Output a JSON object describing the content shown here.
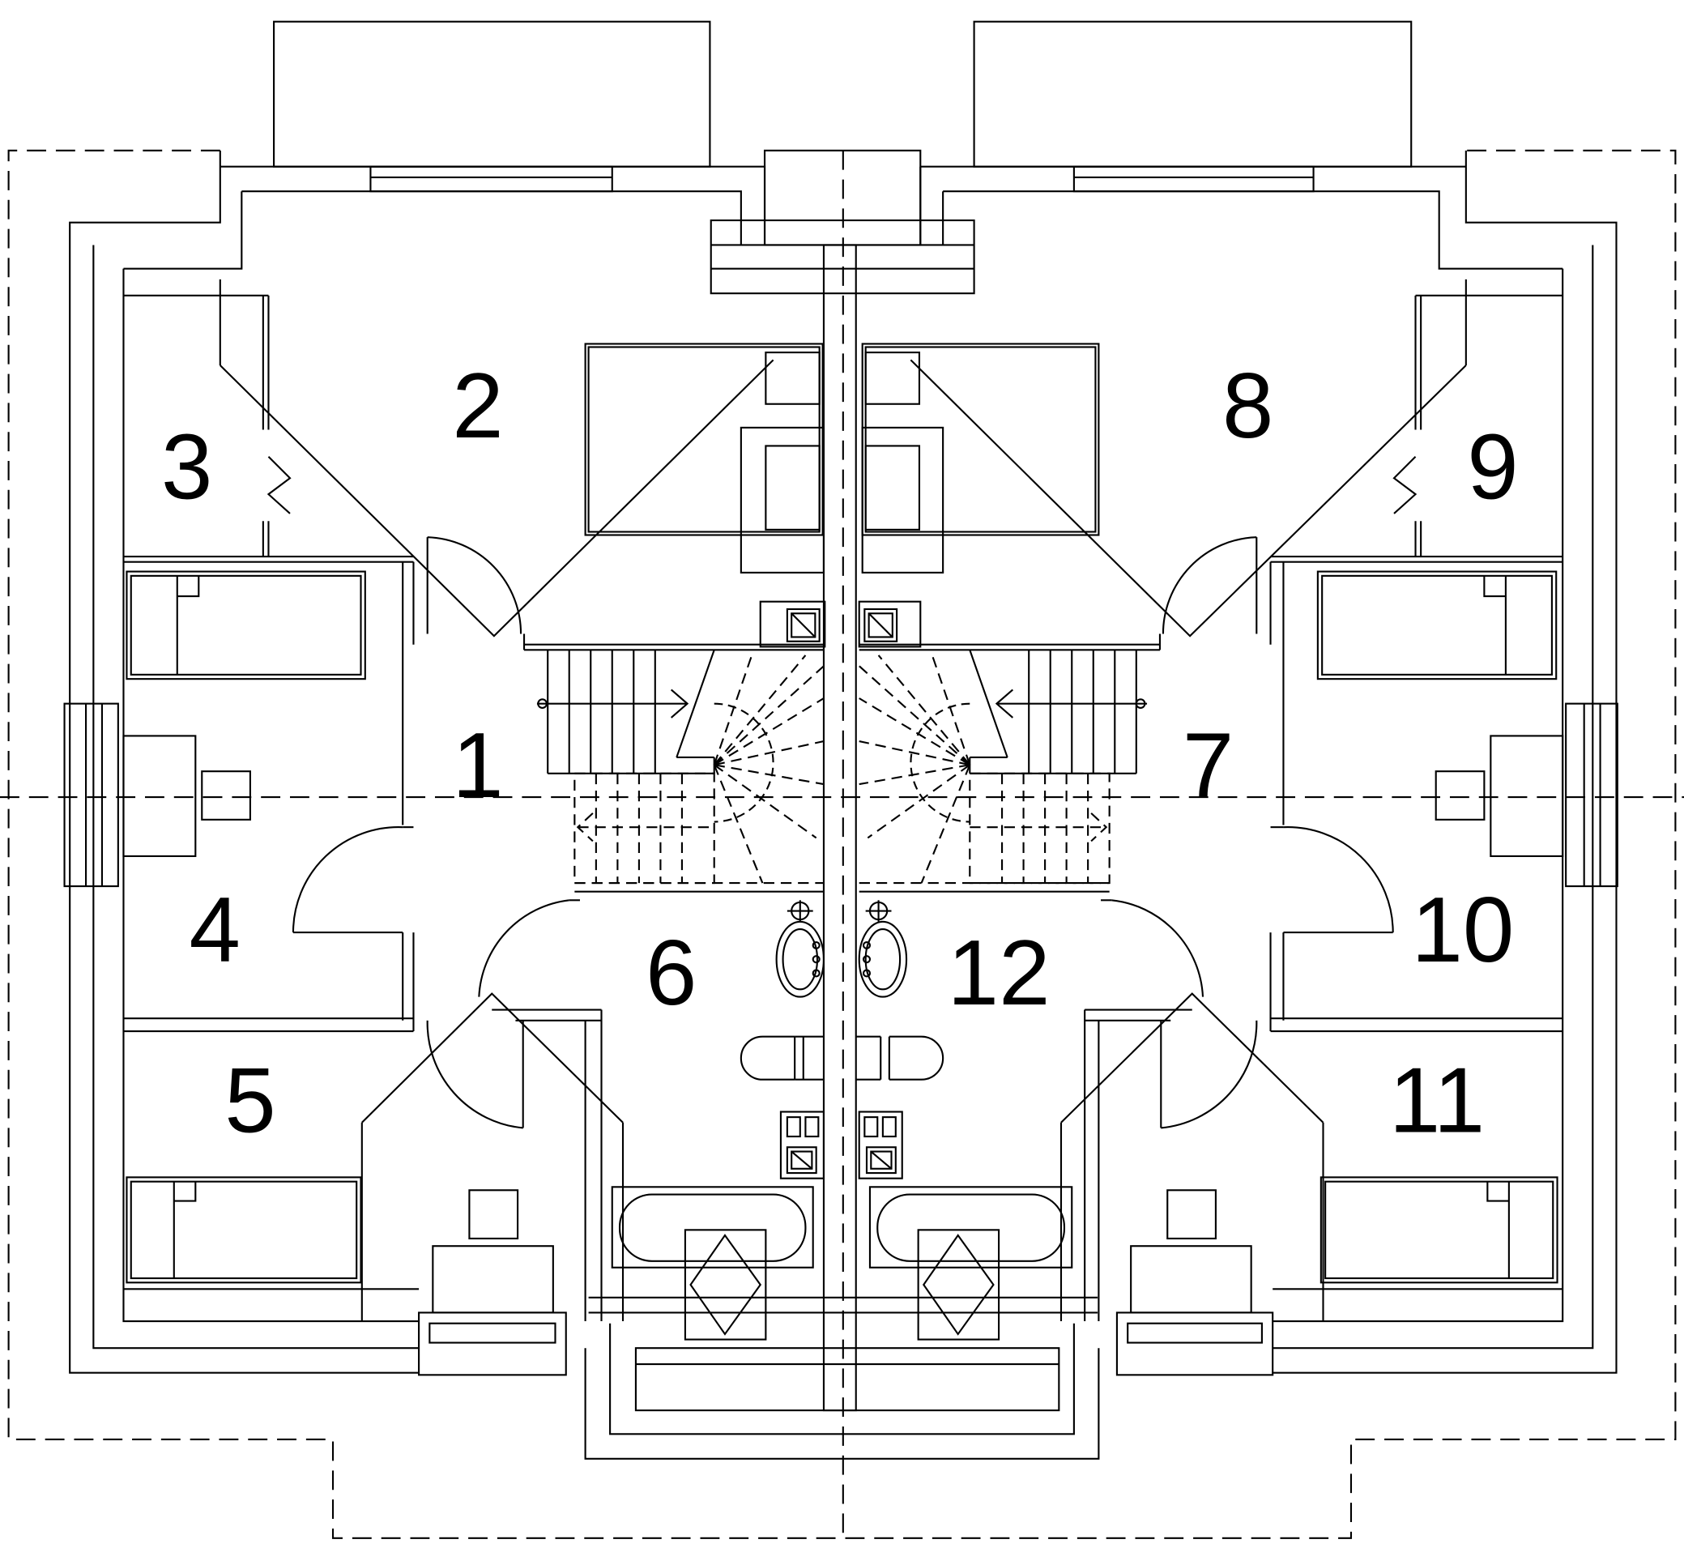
{
  "plan": {
    "rooms": [
      {
        "id": "room-1",
        "label": "1"
      },
      {
        "id": "room-2",
        "label": "2"
      },
      {
        "id": "room-3",
        "label": "3"
      },
      {
        "id": "room-4",
        "label": "4"
      },
      {
        "id": "room-5",
        "label": "5"
      },
      {
        "id": "room-6",
        "label": "6"
      },
      {
        "id": "room-7",
        "label": "7"
      },
      {
        "id": "room-8",
        "label": "8"
      },
      {
        "id": "room-9",
        "label": "9"
      },
      {
        "id": "room-10",
        "label": "10"
      },
      {
        "id": "room-11",
        "label": "11"
      },
      {
        "id": "room-12",
        "label": "12"
      }
    ],
    "colors": {
      "line": "#000000",
      "background": "#ffffff"
    }
  }
}
